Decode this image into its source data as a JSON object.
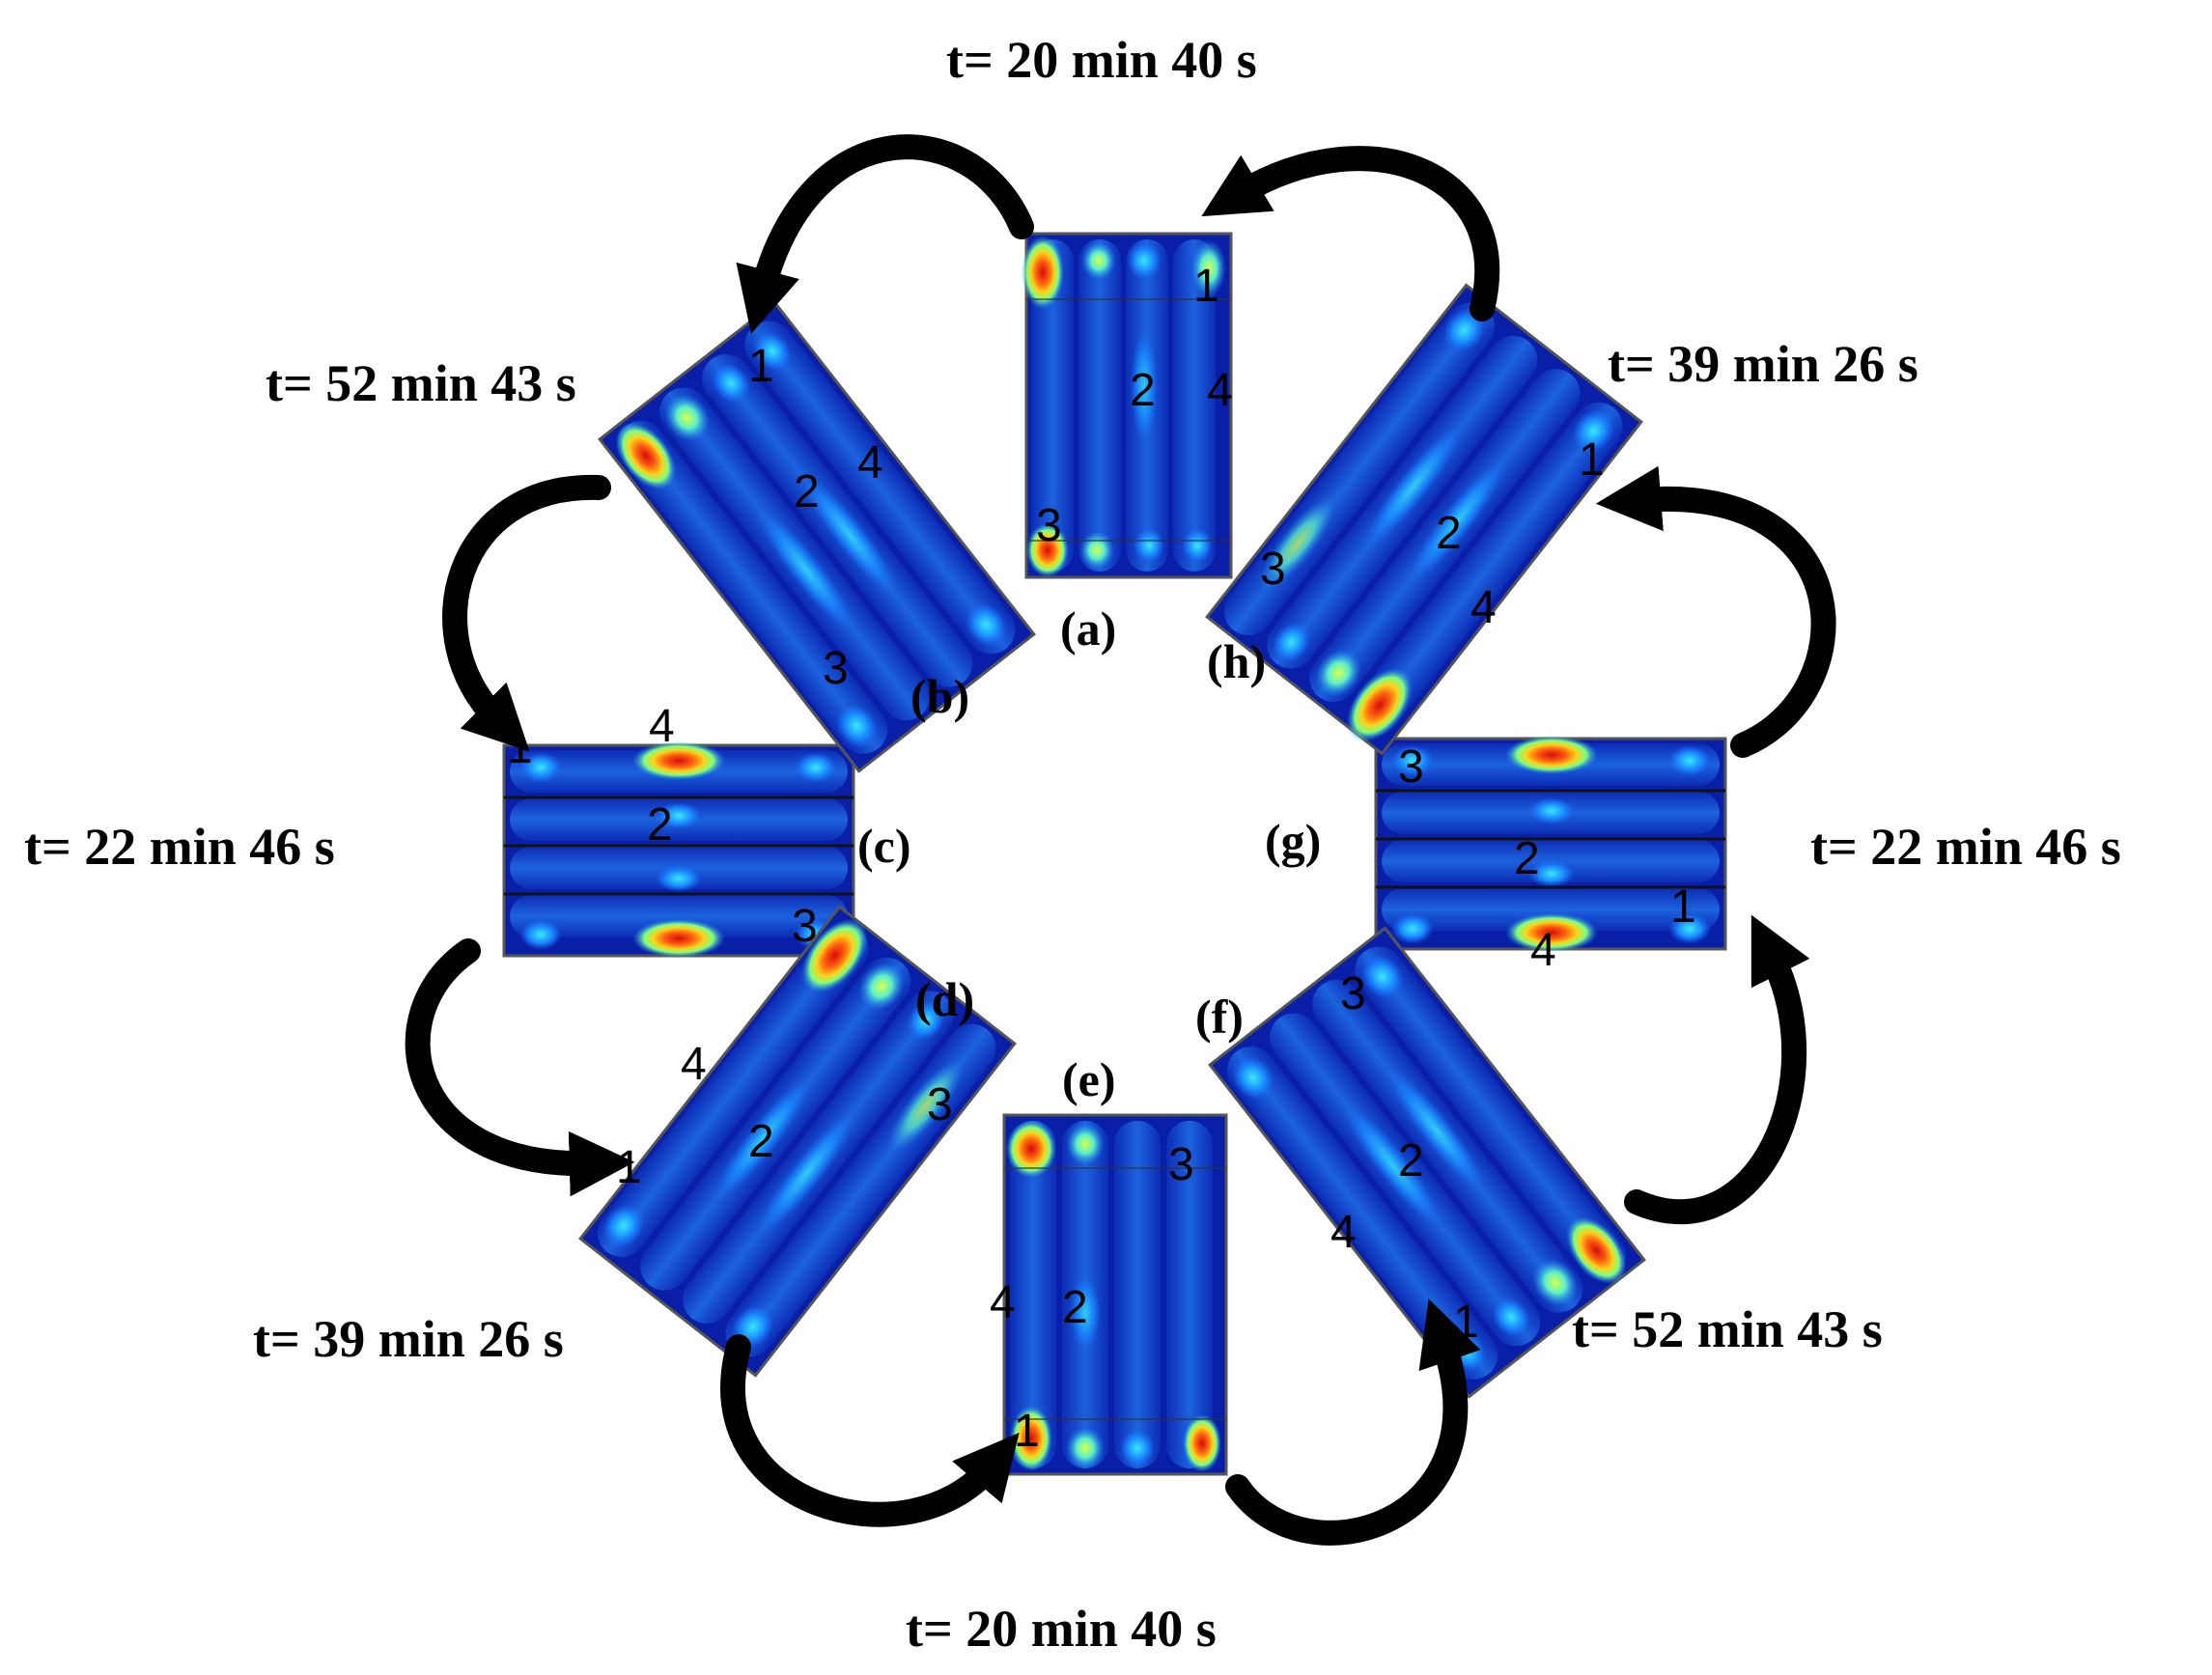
{
  "colors": {
    "background": "#ffffff",
    "field_low": "#0a1fa8",
    "field_mid": "#1f8cff",
    "field_cyan": "#2fe0ff",
    "field_green": "#9cff6a",
    "field_yellow": "#ffd21a",
    "field_hot": "#e81b0c",
    "arrow": "#000000",
    "frame": "#555555"
  },
  "icons": [
    "curved-rotation-arrow"
  ],
  "panels": [
    {
      "id": "a",
      "letter": "(a)",
      "time": "t= 20 min 40 s",
      "zone_labels": [
        "1",
        "2",
        "3",
        "4"
      ]
    },
    {
      "id": "b",
      "letter": "(b)",
      "time": "t= 52 min 43 s",
      "zone_labels": [
        "1",
        "2",
        "3",
        "4"
      ]
    },
    {
      "id": "c",
      "letter": "(c)",
      "time": "t= 22 min 46 s",
      "zone_labels": [
        "1",
        "2",
        "3",
        "4"
      ]
    },
    {
      "id": "d",
      "letter": "(d)",
      "time": "t= 39 min 26 s",
      "zone_labels": [
        "1",
        "2",
        "3",
        "4"
      ]
    },
    {
      "id": "e",
      "letter": "(e)",
      "time": "t= 20 min 40 s",
      "zone_labels": [
        "1",
        "2",
        "3",
        "4"
      ]
    },
    {
      "id": "f",
      "letter": "(f)",
      "time": "t= 52 min 43 s",
      "zone_labels": [
        "1",
        "2",
        "3",
        "4"
      ]
    },
    {
      "id": "g",
      "letter": "(g)",
      "time": "t= 22 min 46 s",
      "zone_labels": [
        "1",
        "2",
        "3",
        "4"
      ]
    },
    {
      "id": "h",
      "letter": "(h)",
      "time": "t= 39 min 26 s",
      "zone_labels": [
        "1",
        "2",
        "3",
        "4"
      ]
    }
  ]
}
